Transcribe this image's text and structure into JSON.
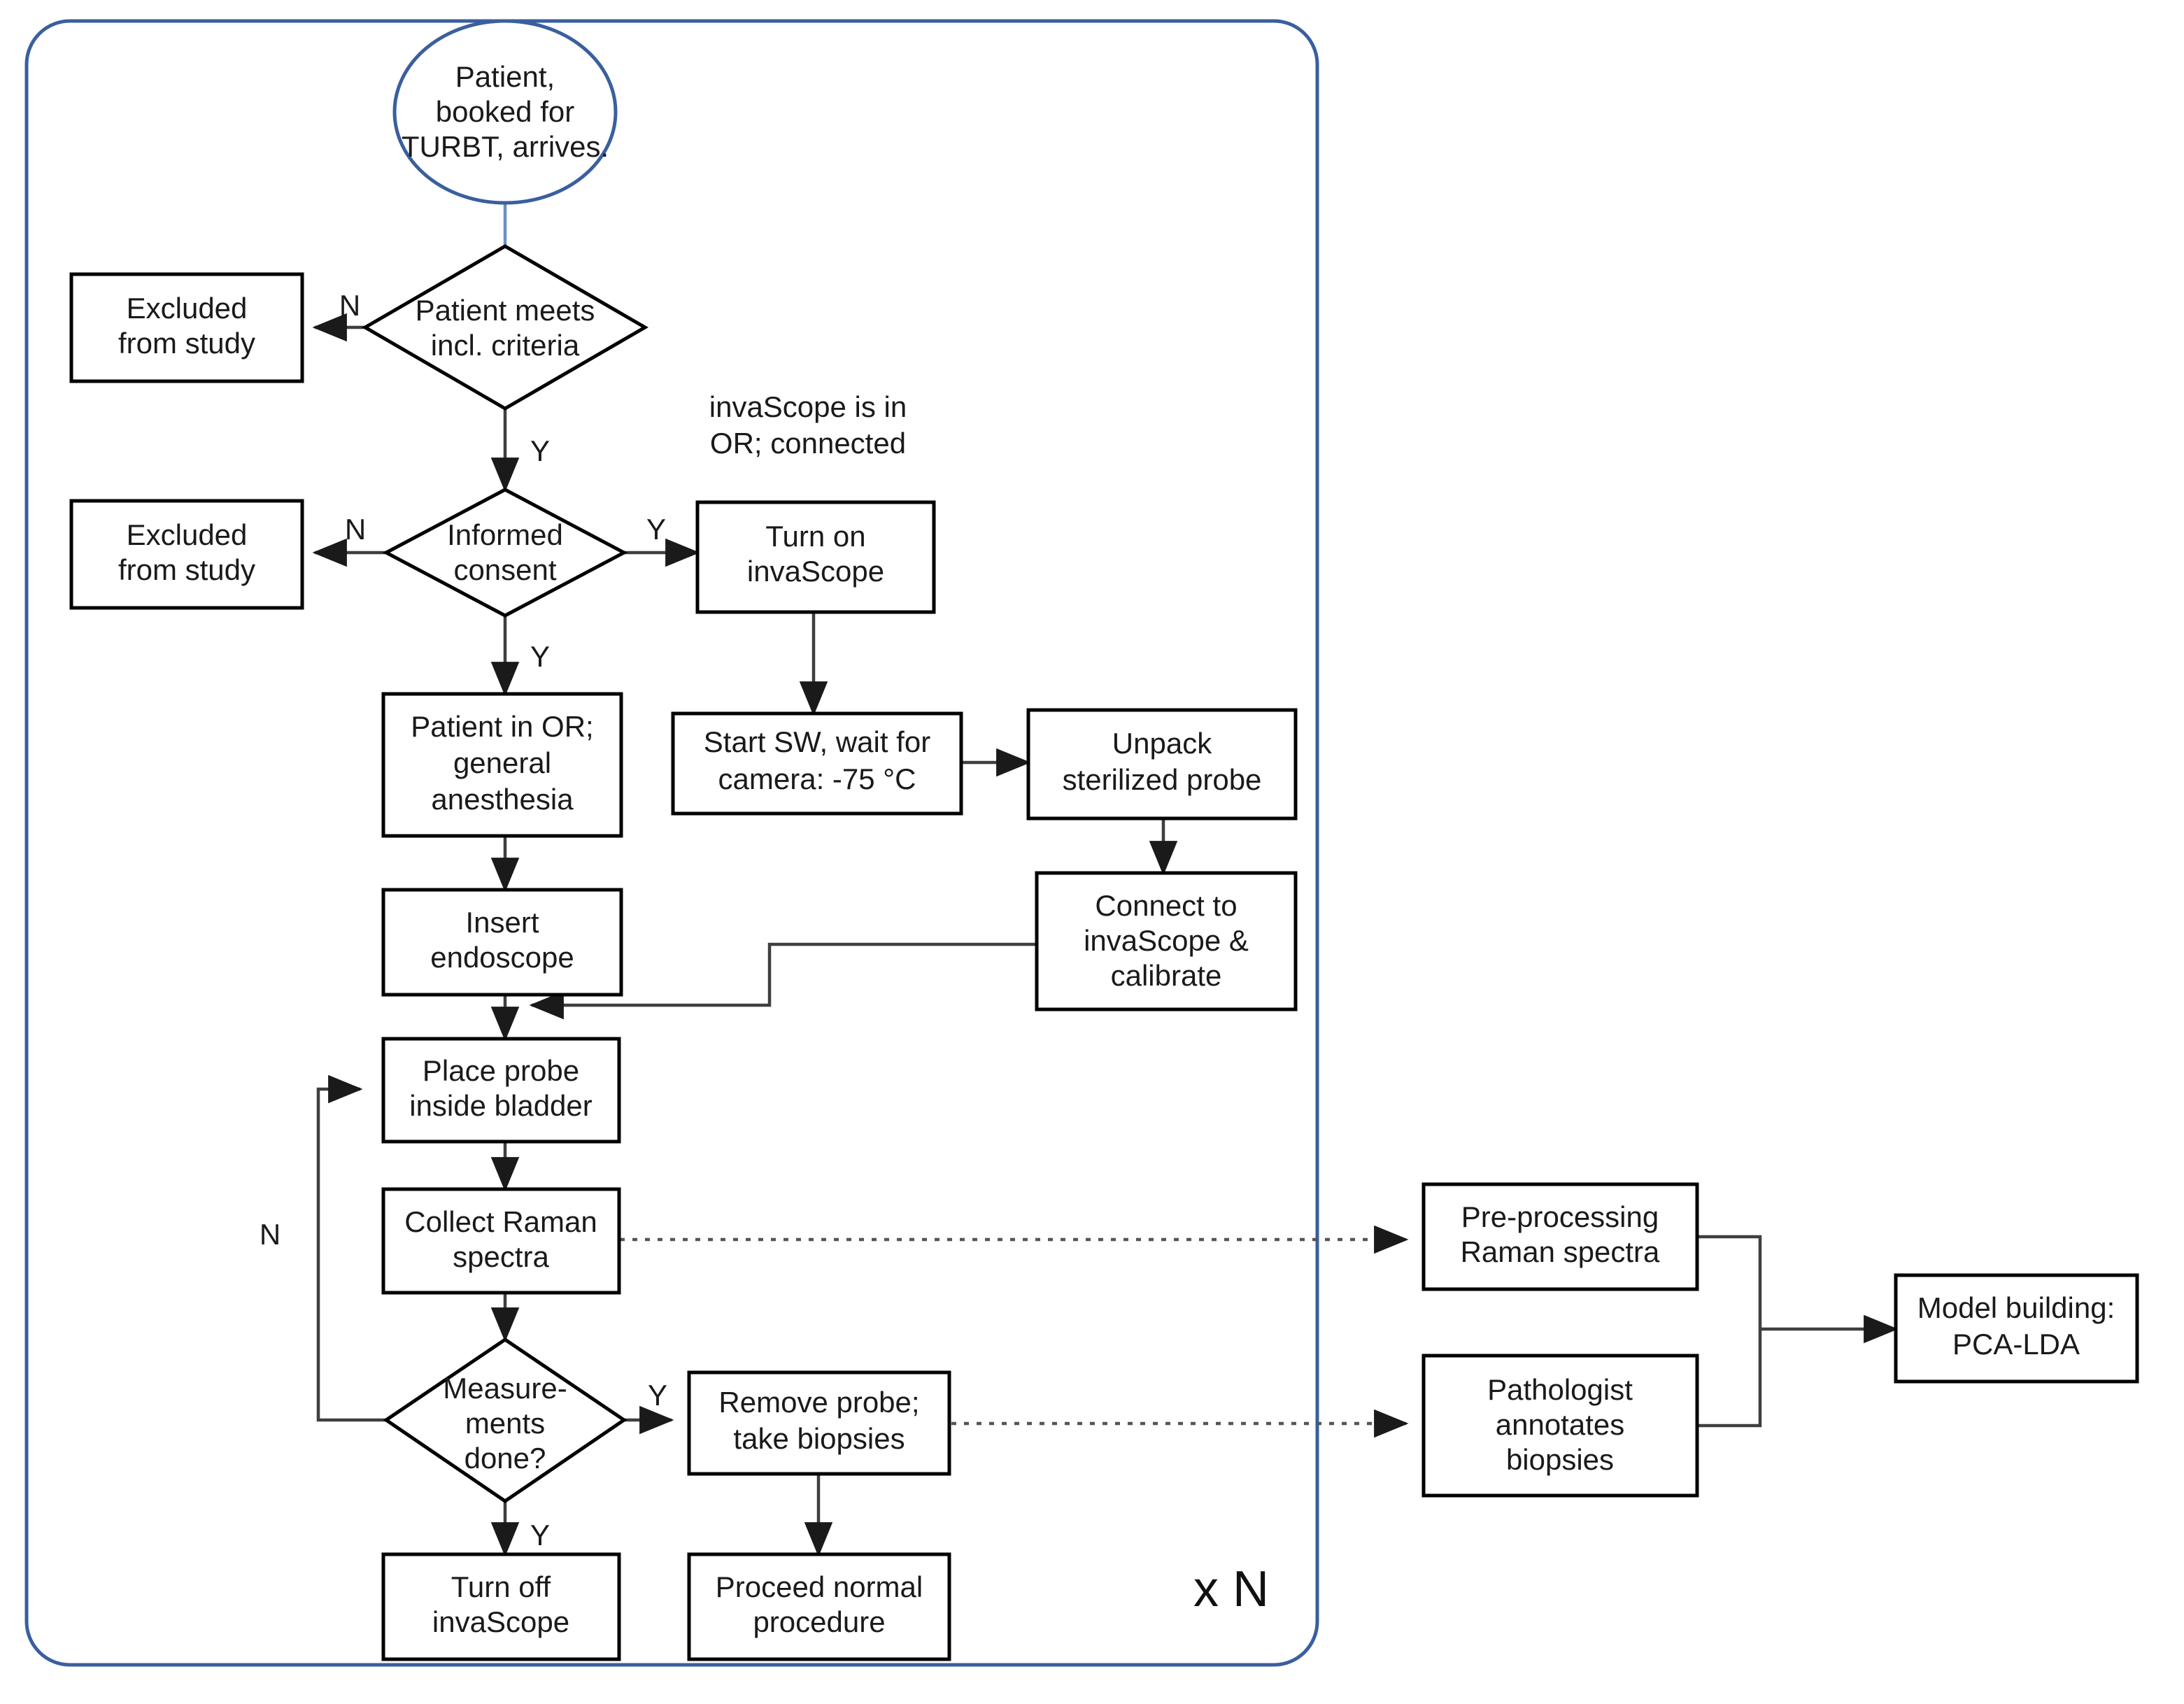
{
  "diagram": {
    "title": "Clinical study workflow flowchart",
    "accent_color": "#3a5f9e",
    "line_color": "#3f3f3f",
    "repeat_label": "x N",
    "note_line1": "invaScope is in",
    "note_line2": "OR; connected"
  },
  "nodes": {
    "start": {
      "line1": "Patient,",
      "line2": "booked for",
      "line3": "TURBT, arrives."
    },
    "decision_criteria": {
      "line1": "Patient meets",
      "line2": "incl. criteria"
    },
    "excluded_1": {
      "line1": "Excluded",
      "line2": "from study"
    },
    "decision_consent": {
      "line1": "Informed",
      "line2": "consent"
    },
    "excluded_2": {
      "line1": "Excluded",
      "line2": "from study"
    },
    "turn_on": {
      "line1": "Turn on",
      "line2": "invaScope"
    },
    "start_sw": {
      "line1": "Start SW, wait for",
      "line2": "camera:  -75 °C"
    },
    "unpack_probe": {
      "line1": "Unpack",
      "line2": "sterilized probe"
    },
    "patient_or": {
      "line1": "Patient in OR;",
      "line2": "general",
      "line3": "anesthesia"
    },
    "connect_calibrate": {
      "line1": "Connect to",
      "line2": "invaScope &",
      "line3": "calibrate"
    },
    "insert_endoscope": {
      "line1": "Insert",
      "line2": "endoscope"
    },
    "place_probe": {
      "line1": "Place probe",
      "line2": "inside bladder"
    },
    "collect_raman": {
      "line1": "Collect Raman",
      "line2": "spectra"
    },
    "decision_measurements": {
      "line1": "Measure-",
      "line2": "ments",
      "line3": "done?"
    },
    "remove_probe": {
      "line1": "Remove probe;",
      "line2": "take biopsies"
    },
    "turn_off": {
      "line1": "Turn off",
      "line2": "invaScope"
    },
    "proceed_normal": {
      "line1": "Proceed normal",
      "line2": "procedure"
    },
    "preprocessing": {
      "line1": "Pre-processing",
      "line2": "Raman spectra"
    },
    "pathologist": {
      "line1": "Pathologist",
      "line2": "annotates",
      "line3": "biopsies"
    },
    "model_building": {
      "line1": "Model building:",
      "line2": "PCA-LDA"
    }
  },
  "branch_labels": {
    "criteria_no": "N",
    "criteria_yes": "Y",
    "consent_no": "N",
    "consent_yes_right": "Y",
    "consent_yes_down": "Y",
    "measurements_yes_right": "Y",
    "measurements_yes_down": "Y",
    "measurements_no": "N"
  }
}
